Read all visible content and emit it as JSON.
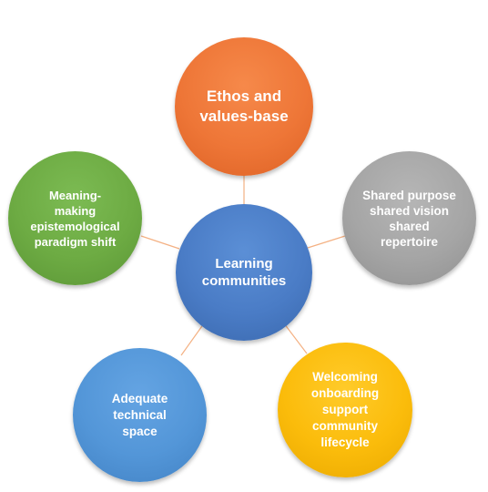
{
  "diagram": {
    "connector_color": "#f4b183",
    "center": {
      "label": "Learning\ncommunities",
      "color": "#4472c4"
    },
    "nodes": {
      "top": {
        "label": "Ethos and\nvalues-base",
        "color": "#ed7d31"
      },
      "right": {
        "label": "Shared purpose\nshared vision\nshared\nrepertoire",
        "color": "#a5a5a5"
      },
      "left": {
        "label": "Meaning-\nmaking\nepistemological\nparadigm shift",
        "color": "#70ad47"
      },
      "bottom_left": {
        "label": "Adequate\ntechnical\nspace",
        "color": "#5b9bd5"
      },
      "bottom_right": {
        "label": "Welcoming\nonboarding\nsupport\ncommunity\nlifecycle",
        "color": "#ffc000"
      }
    }
  }
}
